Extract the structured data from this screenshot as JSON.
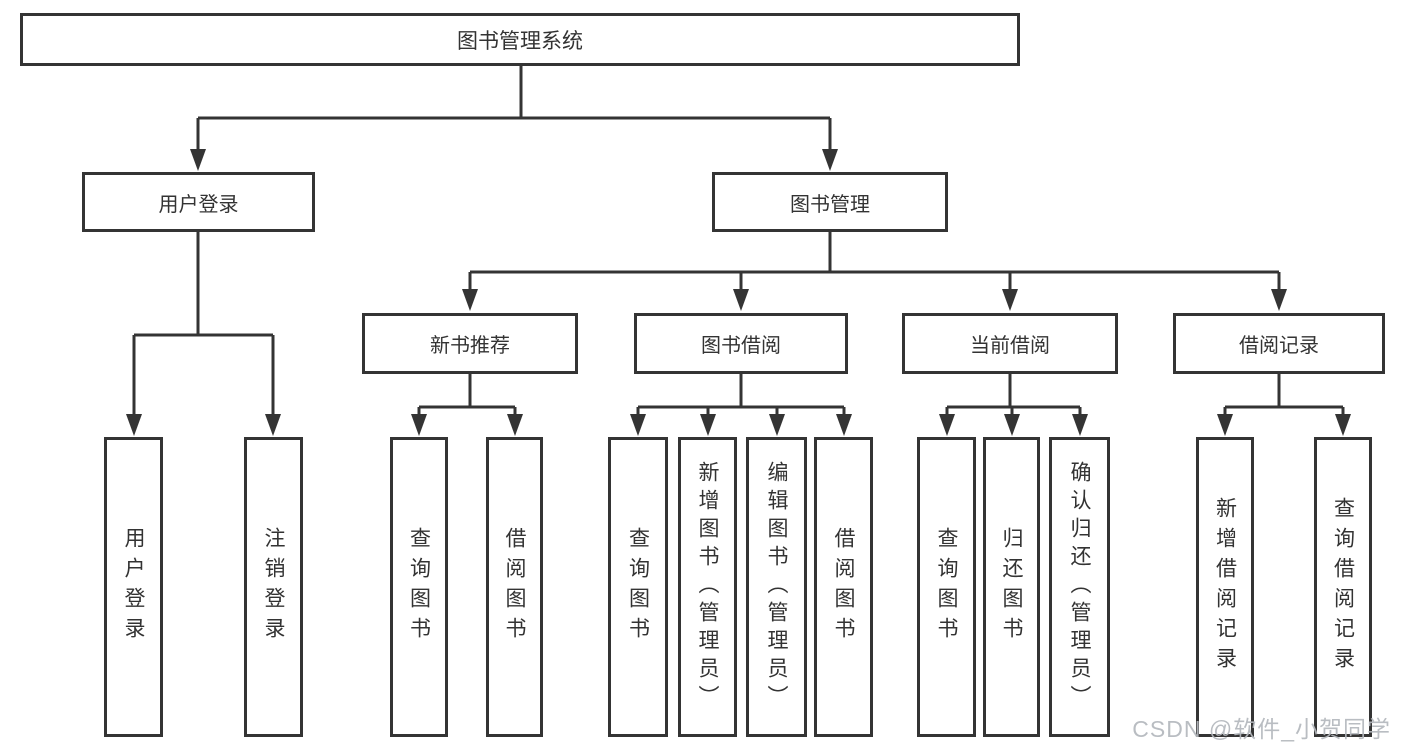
{
  "diagram_type": "hierarchy-tree",
  "colors": {
    "line": "#343434",
    "text": "#333333",
    "box_fill": "#ffffff",
    "background": "#ffffff",
    "watermark": "#b4b8bd"
  },
  "tree": {
    "root": {
      "label": "图书管理系统"
    },
    "branches": [
      {
        "label": "用户登录",
        "children": [
          {
            "label": "用户登录"
          },
          {
            "label": "注销登录"
          }
        ]
      },
      {
        "label": "图书管理",
        "children": [
          {
            "label": "新书推荐",
            "children": [
              {
                "label": "查询图书"
              },
              {
                "label": "借阅图书"
              }
            ]
          },
          {
            "label": "图书借阅",
            "children": [
              {
                "label": "查询图书"
              },
              {
                "label": "新增图书（管理员）"
              },
              {
                "label": "编辑图书（管理员）"
              },
              {
                "label": "借阅图书"
              }
            ]
          },
          {
            "label": "当前借阅",
            "children": [
              {
                "label": "查询图书"
              },
              {
                "label": "归还图书"
              },
              {
                "label": "确认归还（管理员）"
              }
            ]
          },
          {
            "label": "借阅记录",
            "children": [
              {
                "label": "新增借阅记录"
              },
              {
                "label": "查询借阅记录"
              }
            ]
          }
        ]
      }
    ]
  },
  "watermark": {
    "text": "CSDN @软件_小贺同学"
  }
}
